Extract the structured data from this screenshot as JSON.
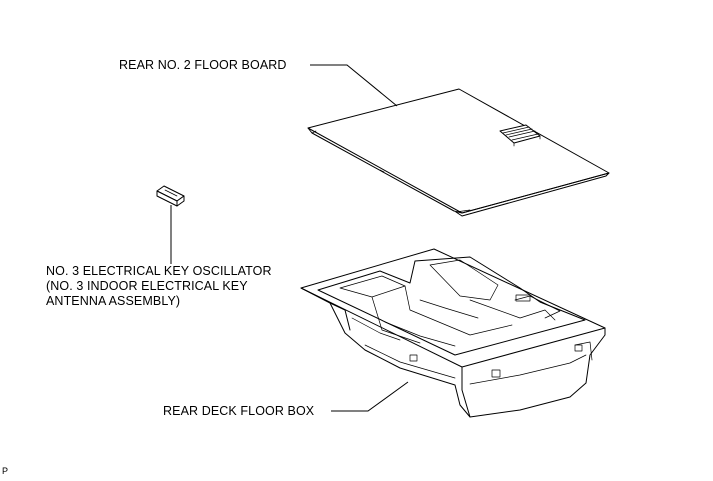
{
  "labels": {
    "floor_board": "REAR NO. 2 FLOOR BOARD",
    "oscillator_line1": "NO. 3 ELECTRICAL KEY OSCILLATOR",
    "oscillator_line2": "(NO. 3 INDOOR ELECTRICAL KEY",
    "oscillator_line3": "ANTENNA ASSEMBLY)",
    "deck_box": "REAR DECK FLOOR BOX",
    "footer_code": "P"
  }
}
